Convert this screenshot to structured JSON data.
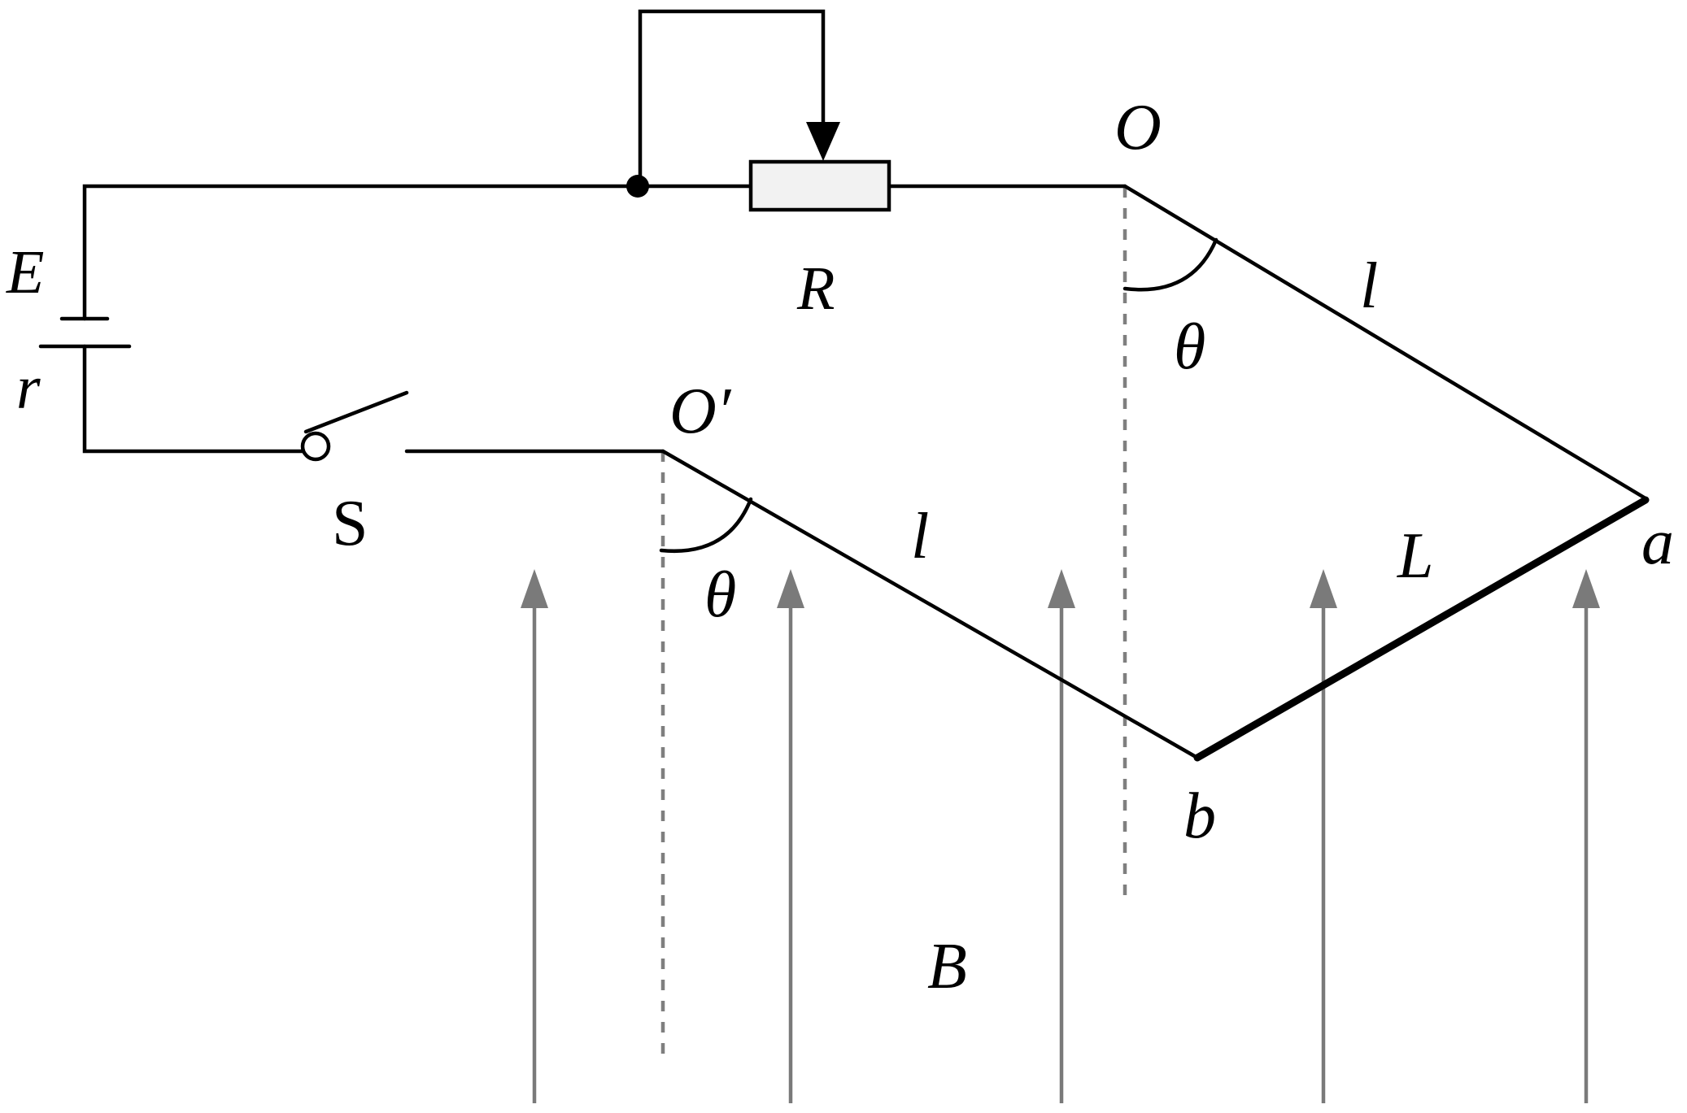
{
  "labels": {
    "emf": "E",
    "internal_resistance": "r",
    "switch": "S",
    "resistor": "R",
    "pivot_top": "O",
    "pivot_bottom": "O′",
    "wire_length_top": "l",
    "wire_length_bottom": "l",
    "angle_top": "θ",
    "angle_bottom": "θ",
    "rod_length": "L",
    "point_a": "a",
    "point_b": "b",
    "field": "B"
  },
  "colors": {
    "wire": "#000000",
    "field_lines": "#7a7a7a",
    "reference_dashes": "#7f7f7f",
    "resistor_fill": "#f2f2f2"
  }
}
